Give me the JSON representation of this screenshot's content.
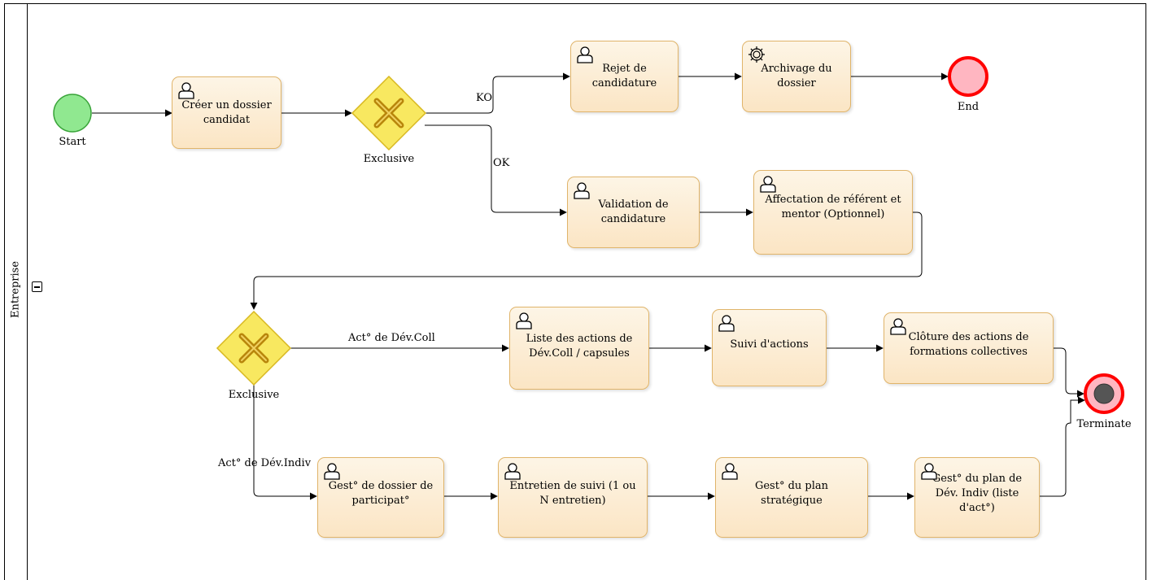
{
  "lane": {
    "title": "Entreprise"
  },
  "events": {
    "start": {
      "label": "Start"
    },
    "end": {
      "label": "End"
    },
    "terminate": {
      "label": "Terminate"
    }
  },
  "gateways": {
    "gw1": {
      "label": "Exclusive"
    },
    "gw2": {
      "label": "Exclusive"
    }
  },
  "tasks": {
    "creer": {
      "label": "Créer un dossier candidat",
      "type": "user"
    },
    "rejet": {
      "label": "Rejet de candidature",
      "type": "user"
    },
    "archivage": {
      "label": "Archivage du dossier",
      "type": "service"
    },
    "validation": {
      "label": "Validation de candidature",
      "type": "user"
    },
    "affectation": {
      "label": "Affectation de référent et mentor (Optionnel)",
      "type": "user"
    },
    "liste": {
      "label": "Liste des actions de Dév.Coll / capsules",
      "type": "user"
    },
    "suivi": {
      "label": "Suivi d'actions",
      "type": "user"
    },
    "cloture": {
      "label": "Clôture des actions de formations collectives",
      "type": "user"
    },
    "gest_dossier": {
      "label": "Gest° de dossier de participat°",
      "type": "user"
    },
    "entretien": {
      "label": "Entretien de suivi (1 ou N entretien)",
      "type": "user"
    },
    "gest_plan_strat": {
      "label": "Gest° du plan stratégique",
      "type": "user"
    },
    "gest_plan_dev": {
      "label": "Gest° du plan de Dév. Indiv (liste d'act°)",
      "type": "user"
    }
  },
  "flows": {
    "ko": "KO",
    "ok": "OK",
    "dev_coll": "Act° de Dév.Coll",
    "dev_indiv": "Act° de Dév.Indiv"
  },
  "colors": {
    "start_fill": "#90e890",
    "start_stroke": "#3aa43a",
    "end_fill": "#ffb6c1",
    "end_stroke": "#ff0000",
    "gateway_fill": "#f8e860",
    "gateway_stroke": "#d8b820",
    "gateway_mark": "#b8860b",
    "task_fill": "#fbe8cc",
    "task_stroke": "#e0b46a"
  }
}
